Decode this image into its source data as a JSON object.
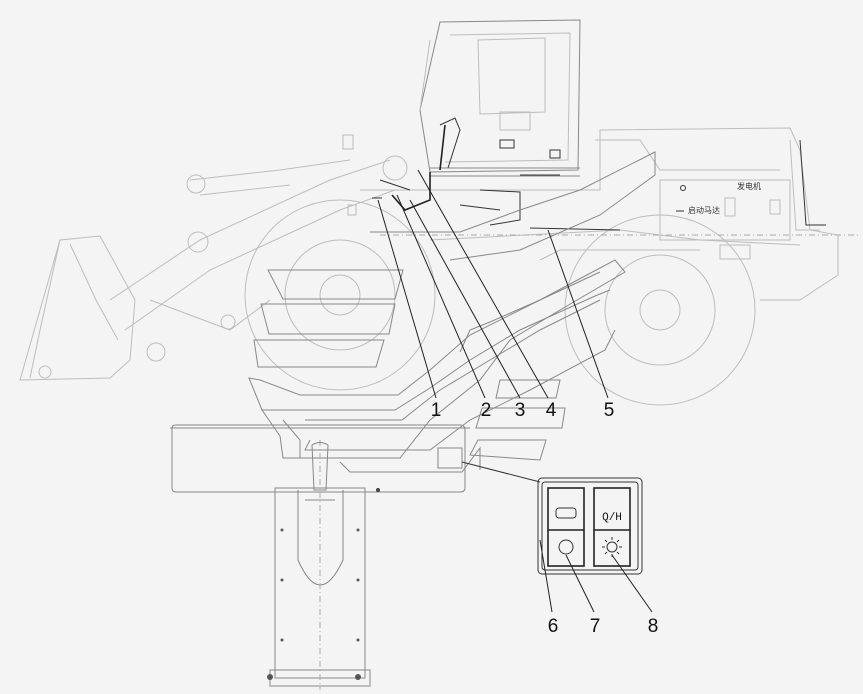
{
  "callouts": [
    {
      "number": "1",
      "name": "callout-1"
    },
    {
      "number": "2",
      "name": "callout-2"
    },
    {
      "number": "3",
      "name": "callout-3"
    },
    {
      "number": "4",
      "name": "callout-4"
    },
    {
      "number": "5",
      "name": "callout-5"
    },
    {
      "number": "6",
      "name": "callout-6"
    },
    {
      "number": "7",
      "name": "callout-7"
    },
    {
      "number": "8",
      "name": "callout-8"
    }
  ],
  "machine_labels": {
    "label_left": "启动马达",
    "label_right": "发电机"
  },
  "switch_panel": {
    "right_switch_text": "Q/H"
  }
}
